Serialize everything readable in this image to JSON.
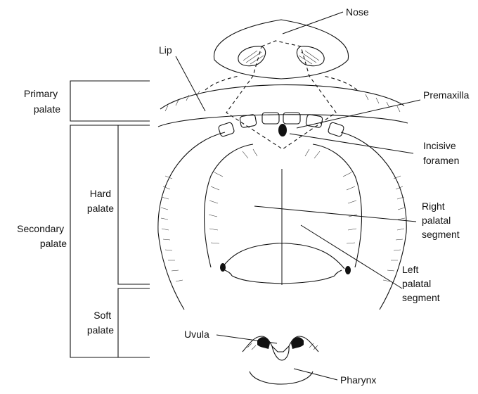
{
  "labels": {
    "nose": "Nose",
    "lip": "Lip",
    "premaxilla": "Premaxilla",
    "incisive_foramen": [
      "Incisive",
      "foramen"
    ],
    "right_palatal_segment": [
      "Right",
      "palatal",
      "segment"
    ],
    "left_palatal_segment": [
      "Left",
      "palatal",
      "segment"
    ],
    "uvula": "Uvula",
    "pharynx": "Pharynx",
    "primary_palate": [
      "Primary",
      "palate"
    ],
    "secondary_palate": [
      "Secondary",
      "palate"
    ],
    "hard_palate": [
      "Hard",
      "palate"
    ],
    "soft_palate": [
      "Soft",
      "palate"
    ]
  },
  "colors": {
    "ink": "#111111",
    "background": "#ffffff"
  }
}
